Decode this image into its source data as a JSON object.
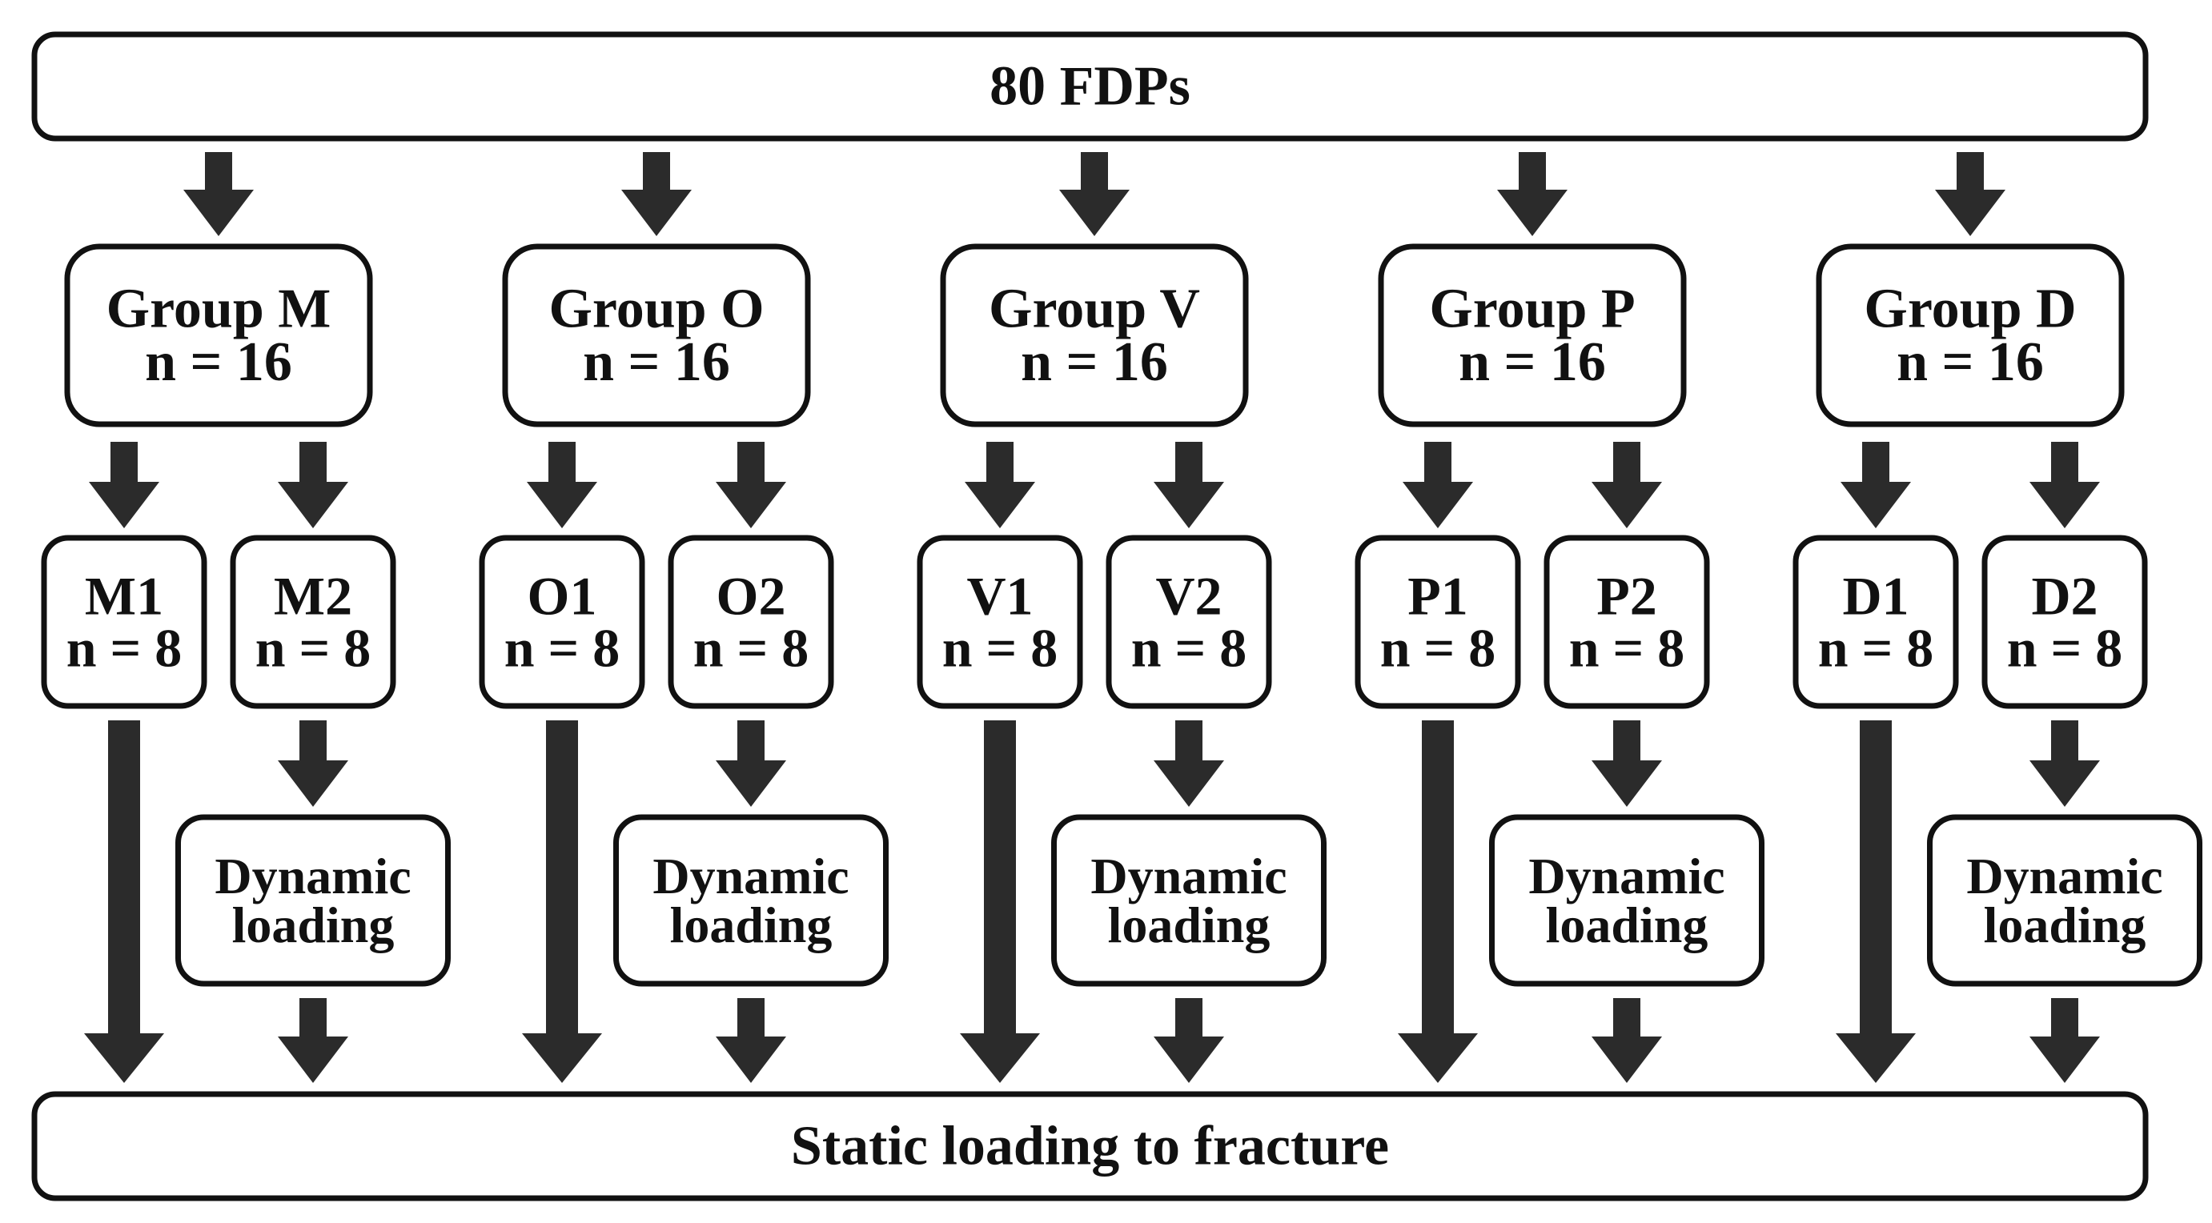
{
  "top_box": {
    "label": "80 FDPs"
  },
  "bottom_box": {
    "label": "Static loading to fracture"
  },
  "groups": [
    {
      "name": "Group M",
      "n": "n = 16",
      "subgroups": [
        {
          "name": "M1",
          "n": "n = 8"
        },
        {
          "name": "M2",
          "n": "n = 8"
        }
      ],
      "loading": {
        "line1": "Dynamic",
        "line2": "loading"
      }
    },
    {
      "name": "Group O",
      "n": "n = 16",
      "subgroups": [
        {
          "name": "O1",
          "n": "n = 8"
        },
        {
          "name": "O2",
          "n": "n = 8"
        }
      ],
      "loading": {
        "line1": "Dynamic",
        "line2": "loading"
      }
    },
    {
      "name": "Group V",
      "n": "n = 16",
      "subgroups": [
        {
          "name": "V1",
          "n": "n = 8"
        },
        {
          "name": "V2",
          "n": "n = 8"
        }
      ],
      "loading": {
        "line1": "Dynamic",
        "line2": "loading"
      }
    },
    {
      "name": "Group P",
      "n": "n = 16",
      "subgroups": [
        {
          "name": "P1",
          "n": "n = 8"
        },
        {
          "name": "P2",
          "n": "n = 8"
        }
      ],
      "loading": {
        "line1": "Dynamic",
        "line2": "loading"
      }
    },
    {
      "name": "Group D",
      "n": "n = 16",
      "subgroups": [
        {
          "name": "D1",
          "n": "n = 8"
        },
        {
          "name": "D2",
          "n": "n = 8"
        }
      ],
      "loading": {
        "line1": "Dynamic",
        "line2": "loading"
      }
    }
  ]
}
